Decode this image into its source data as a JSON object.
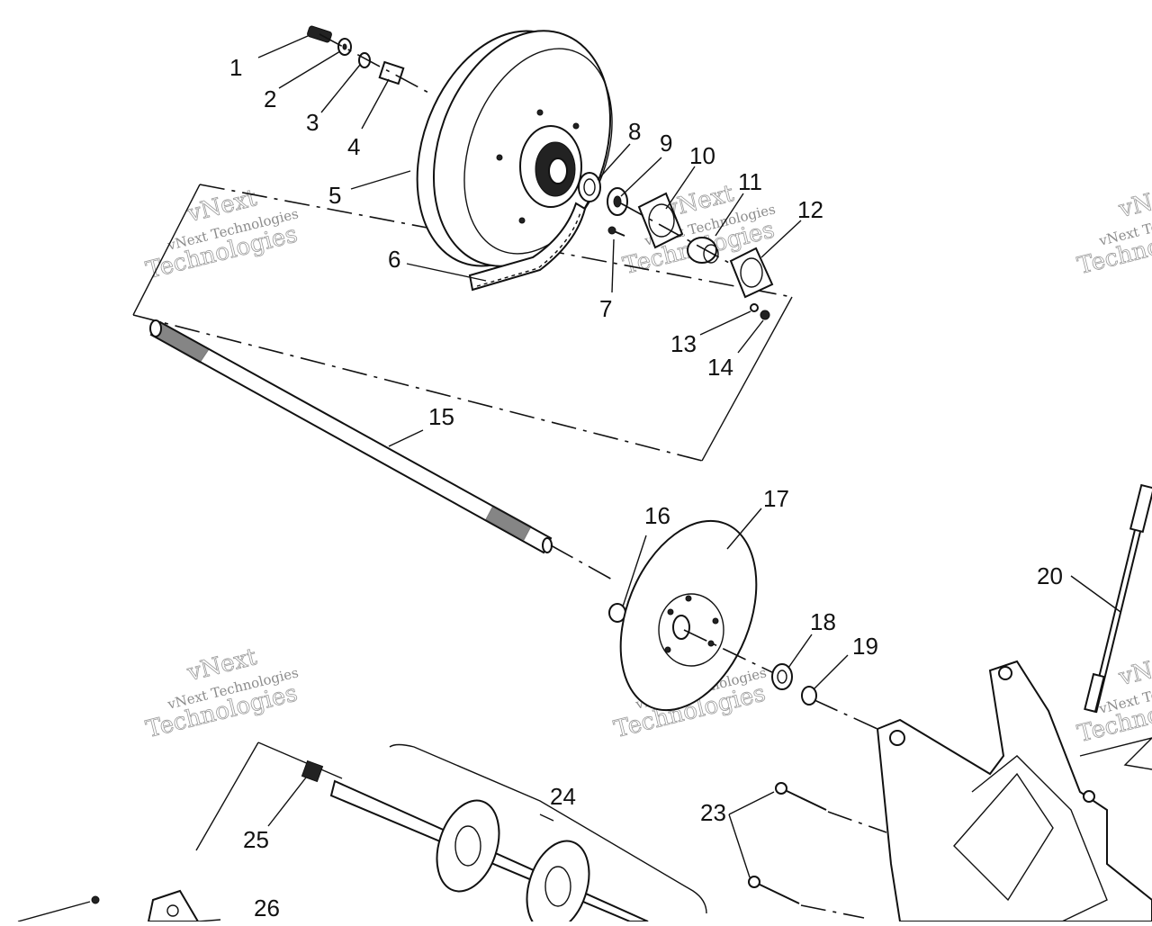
{
  "diagram": {
    "callouts": [
      {
        "id": "1",
        "label": "1"
      },
      {
        "id": "2",
        "label": "2"
      },
      {
        "id": "3",
        "label": "3"
      },
      {
        "id": "4",
        "label": "4"
      },
      {
        "id": "5",
        "label": "5"
      },
      {
        "id": "6",
        "label": "6"
      },
      {
        "id": "7",
        "label": "7"
      },
      {
        "id": "8",
        "label": "8"
      },
      {
        "id": "9",
        "label": "9"
      },
      {
        "id": "10",
        "label": "10"
      },
      {
        "id": "11",
        "label": "11"
      },
      {
        "id": "12",
        "label": "12"
      },
      {
        "id": "13",
        "label": "13"
      },
      {
        "id": "14",
        "label": "14"
      },
      {
        "id": "15",
        "label": "15"
      },
      {
        "id": "16",
        "label": "16"
      },
      {
        "id": "17",
        "label": "17"
      },
      {
        "id": "18",
        "label": "18"
      },
      {
        "id": "19",
        "label": "19"
      },
      {
        "id": "20",
        "label": "20"
      },
      {
        "id": "23",
        "label": "23"
      },
      {
        "id": "24",
        "label": "24"
      },
      {
        "id": "25",
        "label": "25"
      },
      {
        "id": "26",
        "label": "26"
      }
    ],
    "watermarks": [
      {
        "top": "vNext",
        "middle": "vNext Technologies",
        "bottom": "Technologies"
      },
      {
        "top": "vNext",
        "middle": "vNext Technologies",
        "bottom": "Technologies"
      },
      {
        "top": "vNext",
        "middle": "vNext Technologies",
        "bottom": "Technologies"
      },
      {
        "top": "vNext",
        "middle": "vNext Technologies",
        "bottom": "Technologies"
      },
      {
        "top": "vNext",
        "middle": "vNext Technologies",
        "bottom": "Technologies"
      },
      {
        "top": "vNext",
        "middle": "vNext Technologies",
        "bottom": "Technologies"
      }
    ]
  }
}
